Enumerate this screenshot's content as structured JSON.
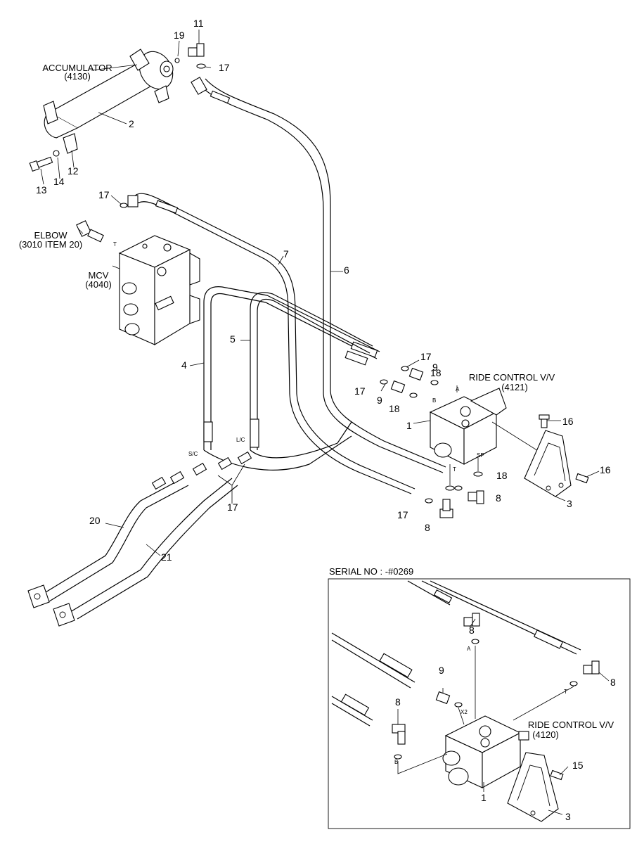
{
  "labels": {
    "accumulator": "ACCUMULATOR",
    "accumulator_code": "(4130)",
    "elbow": "ELBOW",
    "elbow_ref": "(3010 ITEM 20)",
    "mcv": "MCV",
    "mcv_code": "(4040)",
    "ride_control": "RIDE CONTROL V/V",
    "ride_control_code": "(4121)",
    "serial": "SERIAL NO : -#0269",
    "ride_control_inset": "RIDE CONTROL V/V",
    "ride_control_inset_code": "(4120)"
  },
  "ports": {
    "t_mcv": "T",
    "a": "A",
    "b": "B",
    "t": "T",
    "sp": "SP",
    "sc": "S/C",
    "lc": "L/C",
    "a_inset": "A",
    "b_inset": "B",
    "t_inset": "T",
    "x2_inset": "X2"
  },
  "callouts": {
    "n19": "19",
    "n11": "11",
    "n17_top": "17",
    "n2": "2",
    "n12": "12",
    "n13": "13",
    "n14": "14",
    "n17_left": "17",
    "n7": "7",
    "n6": "6",
    "n5": "5",
    "n4": "4",
    "n17_a": "17",
    "n9_a": "9",
    "n18_a": "18",
    "n17_b": "17",
    "n9_b": "9",
    "n18_b": "18",
    "n1": "1",
    "n16_a": "16",
    "n16_b": "16",
    "n3": "3",
    "n18_c": "18",
    "n8_a": "8",
    "n17_c": "17",
    "n8_b": "8",
    "n17_bottom": "17",
    "n20": "20",
    "n21": "21",
    "i8_a": "8",
    "i9": "9",
    "i8_b": "8",
    "i8_c": "8",
    "i15": "15",
    "i1": "1",
    "i3": "3"
  }
}
